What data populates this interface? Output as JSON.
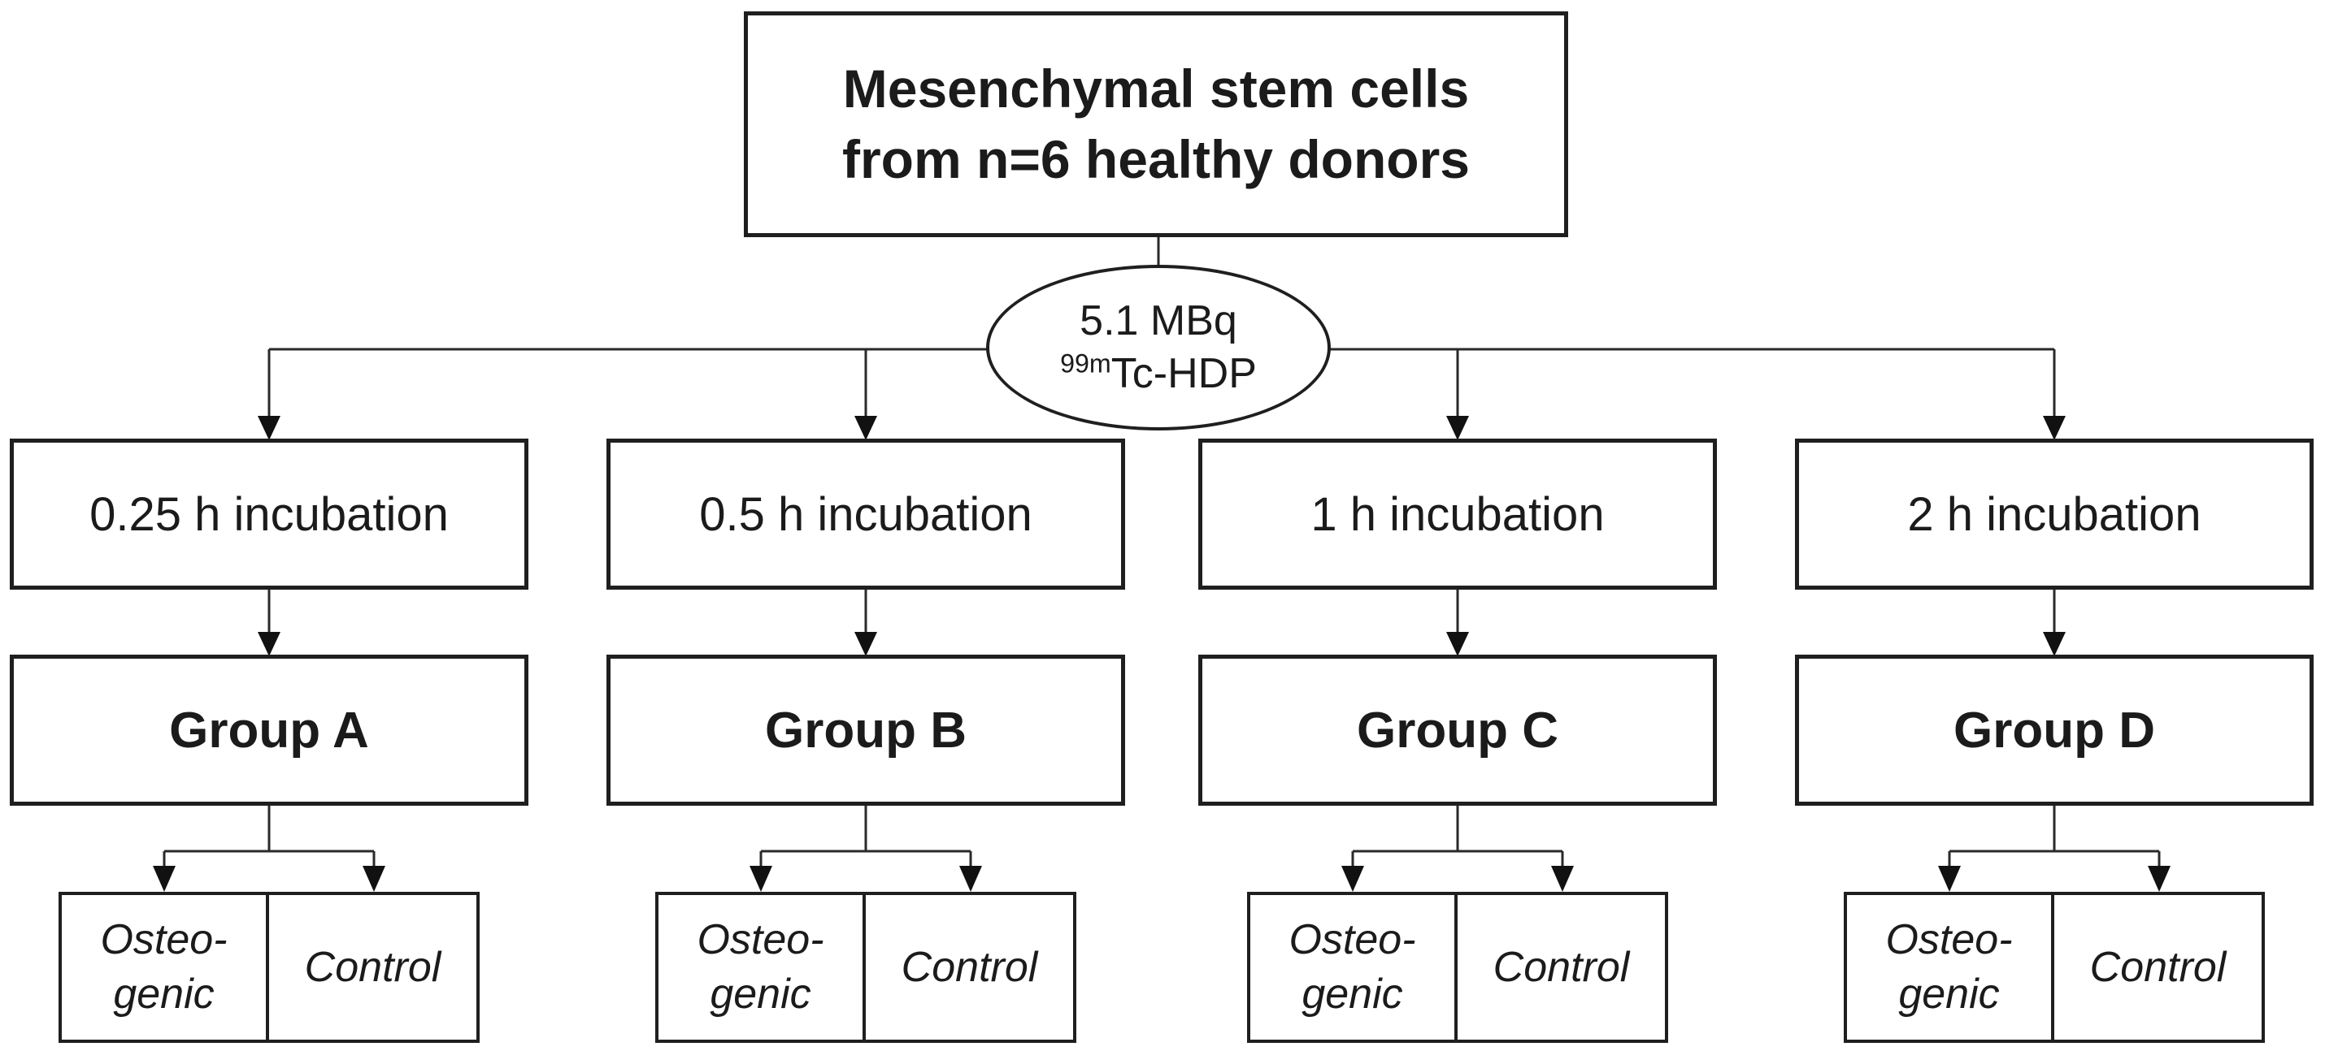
{
  "diagram": {
    "title_box": {
      "line1": "Mesenchymal stem cells",
      "line2": "from n=6 healthy donors"
    },
    "dose_ellipse": {
      "activity": "5.1 MBq",
      "isotope_superscript": "99m",
      "tracer": "Tc-HDP"
    },
    "columns": [
      {
        "incubation": "0.25 h incubation",
        "group": "Group A",
        "arm_osteogenic_line1": "Osteo-",
        "arm_osteogenic_line2": "genic",
        "arm_control": "Control"
      },
      {
        "incubation": "0.5 h incubation",
        "group": "Group B",
        "arm_osteogenic_line1": "Osteo-",
        "arm_osteogenic_line2": "genic",
        "arm_control": "Control"
      },
      {
        "incubation": "1 h incubation",
        "group": "Group C",
        "arm_osteogenic_line1": "Osteo-",
        "arm_osteogenic_line2": "genic",
        "arm_control": "Control"
      },
      {
        "incubation": "2 h incubation",
        "group": "Group D",
        "arm_osteogenic_line1": "Osteo-",
        "arm_osteogenic_line2": "genic",
        "arm_control": "Control"
      }
    ],
    "colors": {
      "border": "#1f1f1f",
      "text": "#1b1b1b",
      "background": "#ffffff"
    }
  }
}
